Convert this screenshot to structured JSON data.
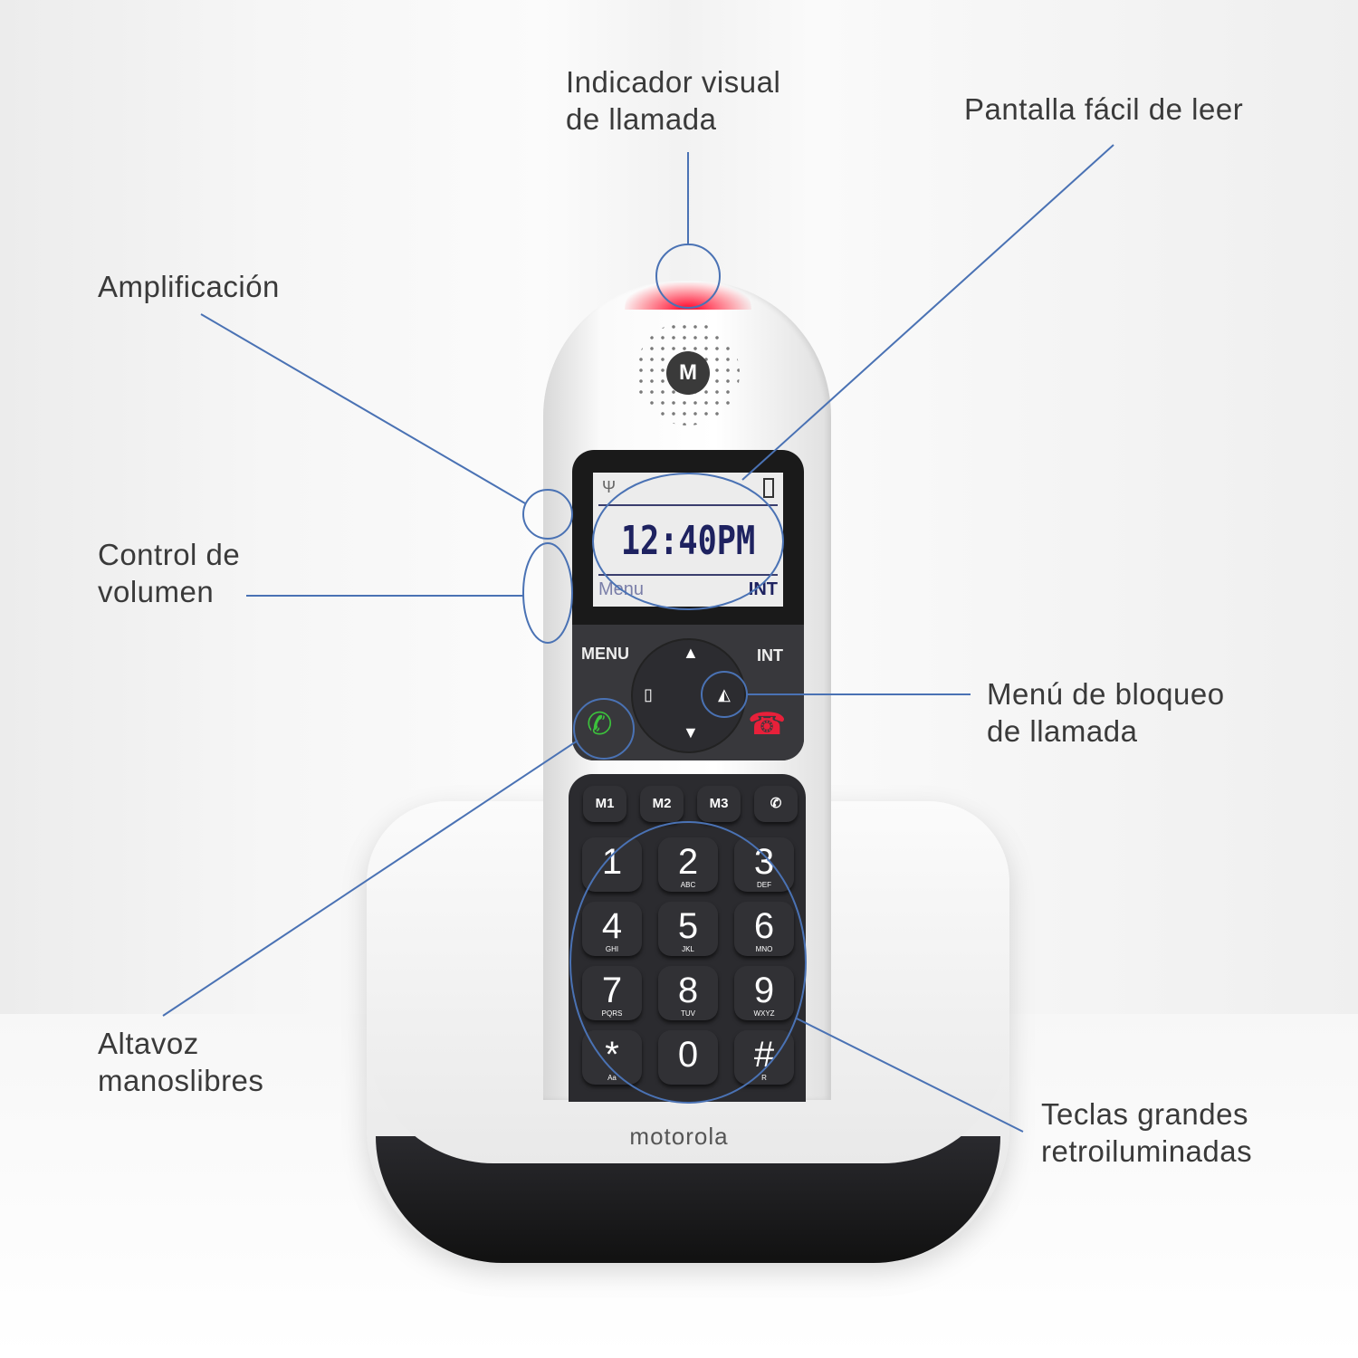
{
  "annotations": {
    "indicator": [
      "Indicador visual",
      "de llamada"
    ],
    "screen": "Pantalla fácil de leer",
    "amplification": "Amplificación",
    "volume": [
      "Control de",
      "volumen"
    ],
    "block_menu": [
      "Menú de bloqueo",
      "de llamada"
    ],
    "speaker": [
      "Altavoz",
      "manoslibres"
    ],
    "keys": [
      "Teclas grandes",
      "retroiluminadas"
    ]
  },
  "phone": {
    "brand": "motorola",
    "logo": "M",
    "display": {
      "time": "12:40PM",
      "left_softkey": "Menu",
      "right_softkey": "INT"
    },
    "soft_buttons": {
      "left": "MENU",
      "right": "INT"
    },
    "memory_keys": [
      "M1",
      "M2",
      "M3",
      "✆"
    ],
    "keys": [
      {
        "d": "1",
        "s": ""
      },
      {
        "d": "2",
        "s": "ABC"
      },
      {
        "d": "3",
        "s": "DEF"
      },
      {
        "d": "4",
        "s": "GHI"
      },
      {
        "d": "5",
        "s": "JKL"
      },
      {
        "d": "6",
        "s": "MNO"
      },
      {
        "d": "7",
        "s": "PQRS"
      },
      {
        "d": "8",
        "s": "TUV"
      },
      {
        "d": "9",
        "s": "WXYZ"
      },
      {
        "d": "*",
        "s": "Aa"
      },
      {
        "d": "0",
        "s": ""
      },
      {
        "d": "#",
        "s": "R"
      }
    ]
  },
  "colors": {
    "annotation": "#4a72b4",
    "led": "#ff2040",
    "call_green": "#3cc23c",
    "end_red": "#e8203a"
  }
}
